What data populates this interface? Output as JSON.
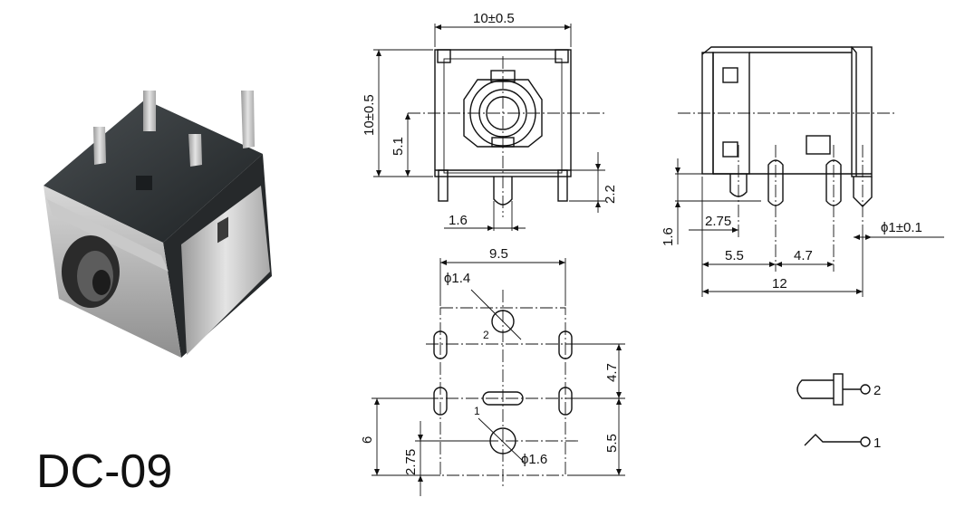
{
  "product": {
    "model": "DC-09"
  },
  "front_view": {
    "width_label": "10±0.5",
    "height_label": "10±0.5",
    "center_height_label": "5.1",
    "pin_length_label": "2.2",
    "pin_offset_label": "1.6"
  },
  "side_view": {
    "pin_length_label": "1.6",
    "offset_label": "2.75",
    "spacing_a_label": "5.5",
    "spacing_b_label": "4.7",
    "length_label": "12",
    "pin_diameter_label": "ϕ1±0.1"
  },
  "footprint": {
    "width_label": "9.5",
    "hole2_label": "ϕ1.4",
    "hole1_label": "ϕ1.6",
    "spacing_top_label": "4.7",
    "spacing_bottom_label": "5.5",
    "height_label": "6",
    "offset_label": "2.75",
    "pin2_number": "2",
    "pin1_number": "1"
  },
  "schematic": {
    "pin2_label": "2",
    "pin1_label": "1"
  }
}
